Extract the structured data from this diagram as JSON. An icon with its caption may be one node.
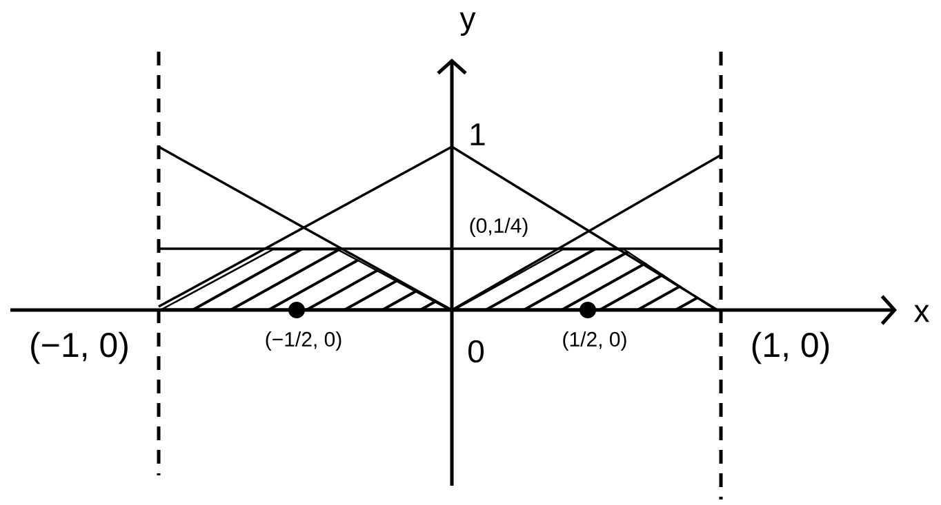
{
  "diagram": {
    "labels": [
      "y",
      "1",
      "(0,1/4)",
      "x",
      "(−1, 0)",
      "(−1/2, 0)",
      "0",
      "(1/2, 0)",
      "(1, 0)"
    ]
  }
}
